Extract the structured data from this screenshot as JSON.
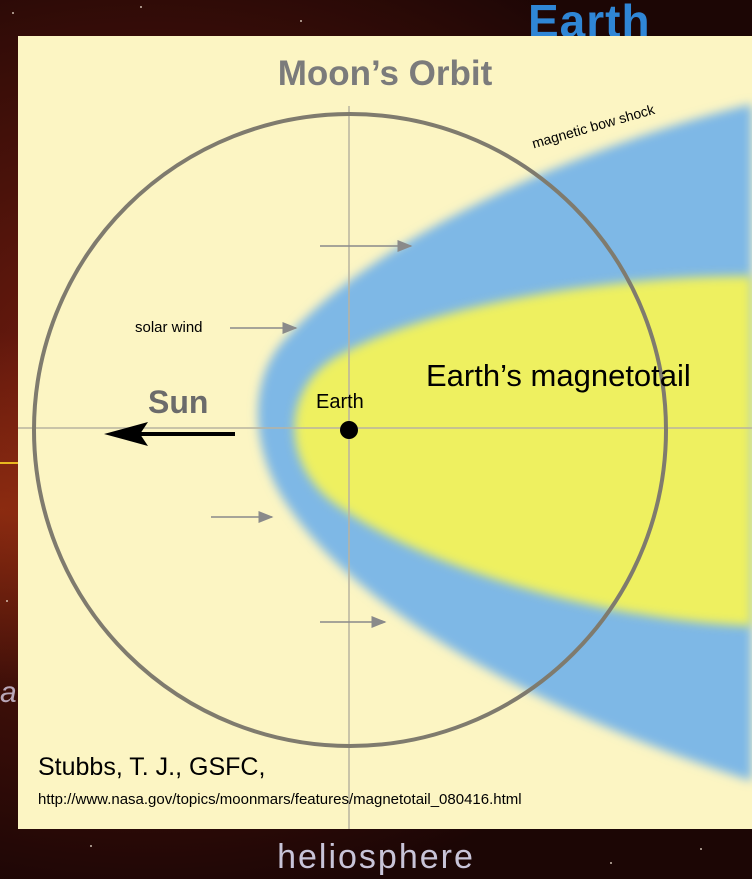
{
  "background": {
    "title_fragment": "Earth",
    "footer_label": "heliosphere",
    "left_fragment": "a"
  },
  "diagram": {
    "title": "Moon’s Orbit",
    "bow_shock_label": "magnetic bow shock",
    "solar_wind_label": "solar wind",
    "sun_label": "Sun",
    "earth_label": "Earth",
    "magnetotail_label": "Earth’s magnetotail"
  },
  "credit": {
    "citation": "Stubbs, T. J., GSFC,",
    "url": "http://www.nasa.gov/topics/moonmars/features/magnetotail_080416.html"
  },
  "colors": {
    "card_background": "#fcf5c3",
    "bow_shock_blue": "#7eb8e6",
    "magnetotail_yellow": "#eef060",
    "orbit_gray": "#7f7b6e",
    "background_red": "#4a120a",
    "title_blue": "#2f86d6"
  }
}
